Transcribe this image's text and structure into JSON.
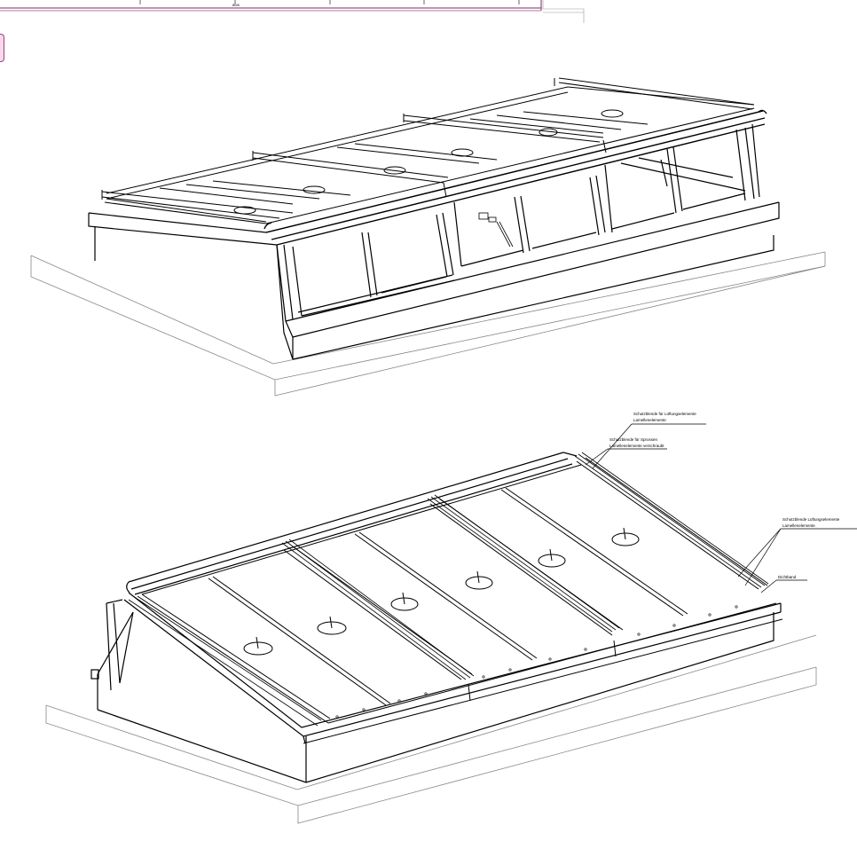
{
  "header": {
    "dimension_text": "80/8"
  },
  "annotations": {
    "label_1_line_1": "Schutzblende für Lüftungselemente",
    "label_1_line_2": "Lamellenelemente",
    "label_2_line_1": "Schutzblende für Sprossen",
    "label_2_line_2": "Lamellenelemente verschraubt",
    "label_3_line_1": "Schutzblende Lüftungselemente",
    "label_3_line_2": "Lamellenelemente",
    "label_4": "Dichtband"
  },
  "colors": {
    "line": "#000000",
    "frame_border": "#7a2d6a",
    "pink_tab": "#f6d9ea"
  }
}
